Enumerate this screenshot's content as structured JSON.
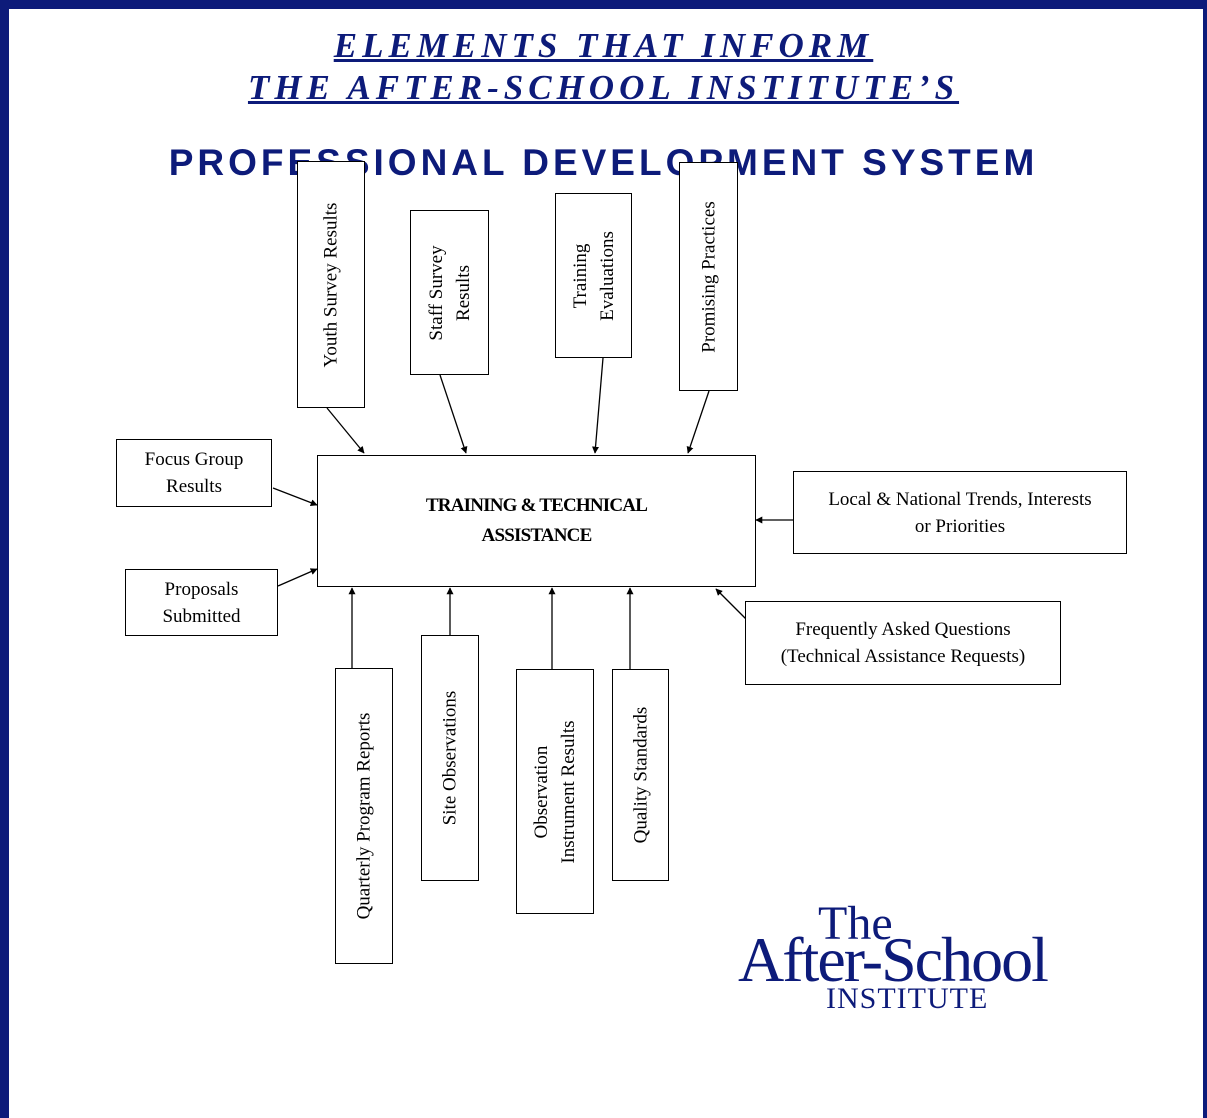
{
  "title": {
    "line1": "ELEMENTS THAT INFORM",
    "line2": "THE AFTER-SCHOOL INSTITUTE’S",
    "line3": "PROFESSIONAL DEVELOPMENT SYSTEM"
  },
  "center": {
    "line1": "TRAINING & TECHNICAL",
    "line2": "ASSISTANCE"
  },
  "top_inputs": {
    "youth_survey": "Youth Survey Results",
    "staff_survey_1": "Staff Survey",
    "staff_survey_2": "Results",
    "training_eval_1": "Training",
    "training_eval_2": "Evaluations",
    "promising_practices": "Promising Practices"
  },
  "left_inputs": {
    "focus_group_1": "Focus Group",
    "focus_group_2": "Results",
    "proposals_1": "Proposals",
    "proposals_2": "Submitted"
  },
  "right_inputs": {
    "trends_1": "Local & National Trends, Interests",
    "trends_2": "or Priorities",
    "faq_1": "Frequently Asked Questions",
    "faq_2": "(Technical Assistance Requests)"
  },
  "bottom_inputs": {
    "quarterly_reports": "Quarterly Program Reports",
    "site_observations": "Site Observations",
    "observation_1": "Observation",
    "observation_2": "Instrument Results",
    "quality_standards": "Quality Standards"
  },
  "logo": {
    "the": "The",
    "main": "After-School",
    "institute": "INSTITUTE"
  },
  "colors": {
    "brand_navy": "#0d1b7a",
    "line": "#000000"
  }
}
